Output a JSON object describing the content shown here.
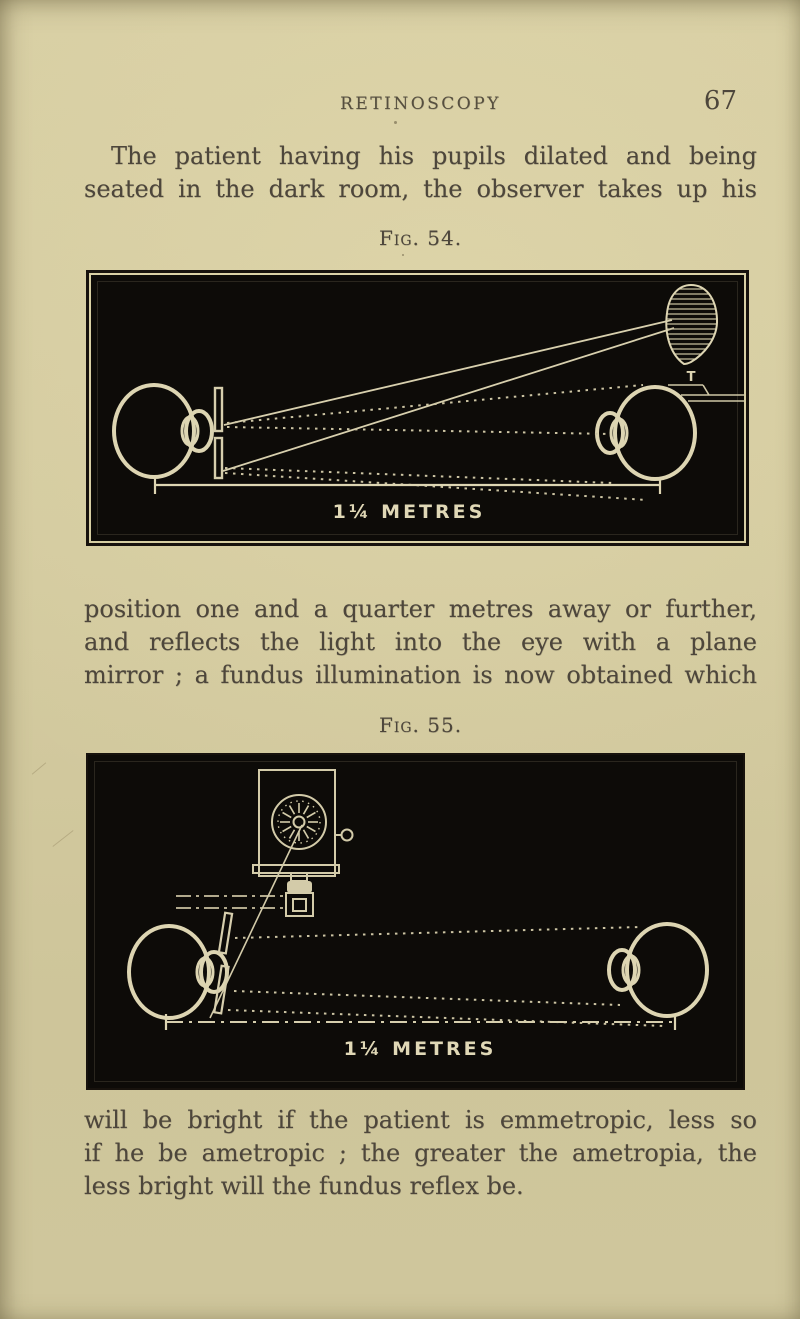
{
  "page": {
    "header": {
      "title": "RETINOSCOPY",
      "page_number": "67"
    },
    "paragraph_1": {
      "lines": [
        "The patient having his pupils dilated and being",
        "seated in the dark room, the observer takes up his"
      ]
    },
    "figure_54": {
      "caption": "Fig. 54.",
      "distance_label": "1¼ METRES",
      "source_label": "T"
    },
    "paragraph_2": {
      "lines": [
        "position one and a quarter metres away or further,",
        "and reflects the light into the eye with a plane",
        "mirror ; a fundus illumination is now obtained which"
      ]
    },
    "figure_55": {
      "caption": "Fig. 55.",
      "distance_label": "1¼ METRES"
    },
    "paragraph_3": {
      "lines": [
        "will be bright if the patient is emmetropic, less so",
        "if he be ametropic ; the greater the ametropia, the",
        "less bright will the fundus reflex be."
      ]
    },
    "colors": {
      "paper": "#d2c99e",
      "ink": "#4d463b",
      "figure_background": "#0d0b08",
      "figure_line": "#ddd5b2"
    }
  }
}
